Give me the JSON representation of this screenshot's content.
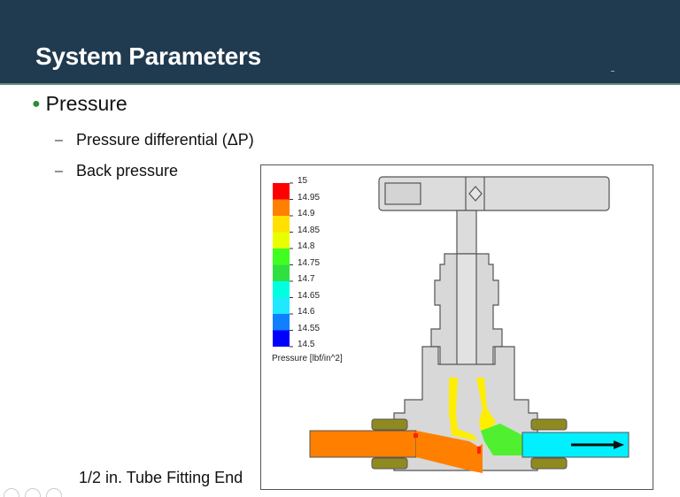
{
  "header": {
    "title": "System Parameters",
    "background_color": "#203a4f"
  },
  "content": {
    "bullet": {
      "icon": "bullet-dot",
      "text": "Pressure",
      "bullet_color": "#2e8b3a"
    },
    "sub_items": [
      {
        "dash": "–",
        "text": "Pressure differential (ΔP)"
      },
      {
        "dash": "–",
        "text": "Back pressure"
      }
    ],
    "caption": "1/2 in. Tube Fitting End"
  },
  "figure": {
    "legend": {
      "title": "Pressure [lbf/in^2]",
      "ticks": [
        "15",
        "14.95",
        "14.9",
        "14.85",
        "14.8",
        "14.75",
        "14.7",
        "14.65",
        "14.6",
        "14.55",
        "14.5"
      ],
      "colors": [
        "#ff0000",
        "#ff7f00",
        "#ffe000",
        "#e8ff00",
        "#40ff20",
        "#30e040",
        "#00ffe0",
        "#20e8ff",
        "#1080ff",
        "#0000ff"
      ]
    },
    "flow_direction": "right-arrow-icon"
  },
  "nav": {
    "circles": [
      "prev",
      "home",
      "next"
    ]
  }
}
